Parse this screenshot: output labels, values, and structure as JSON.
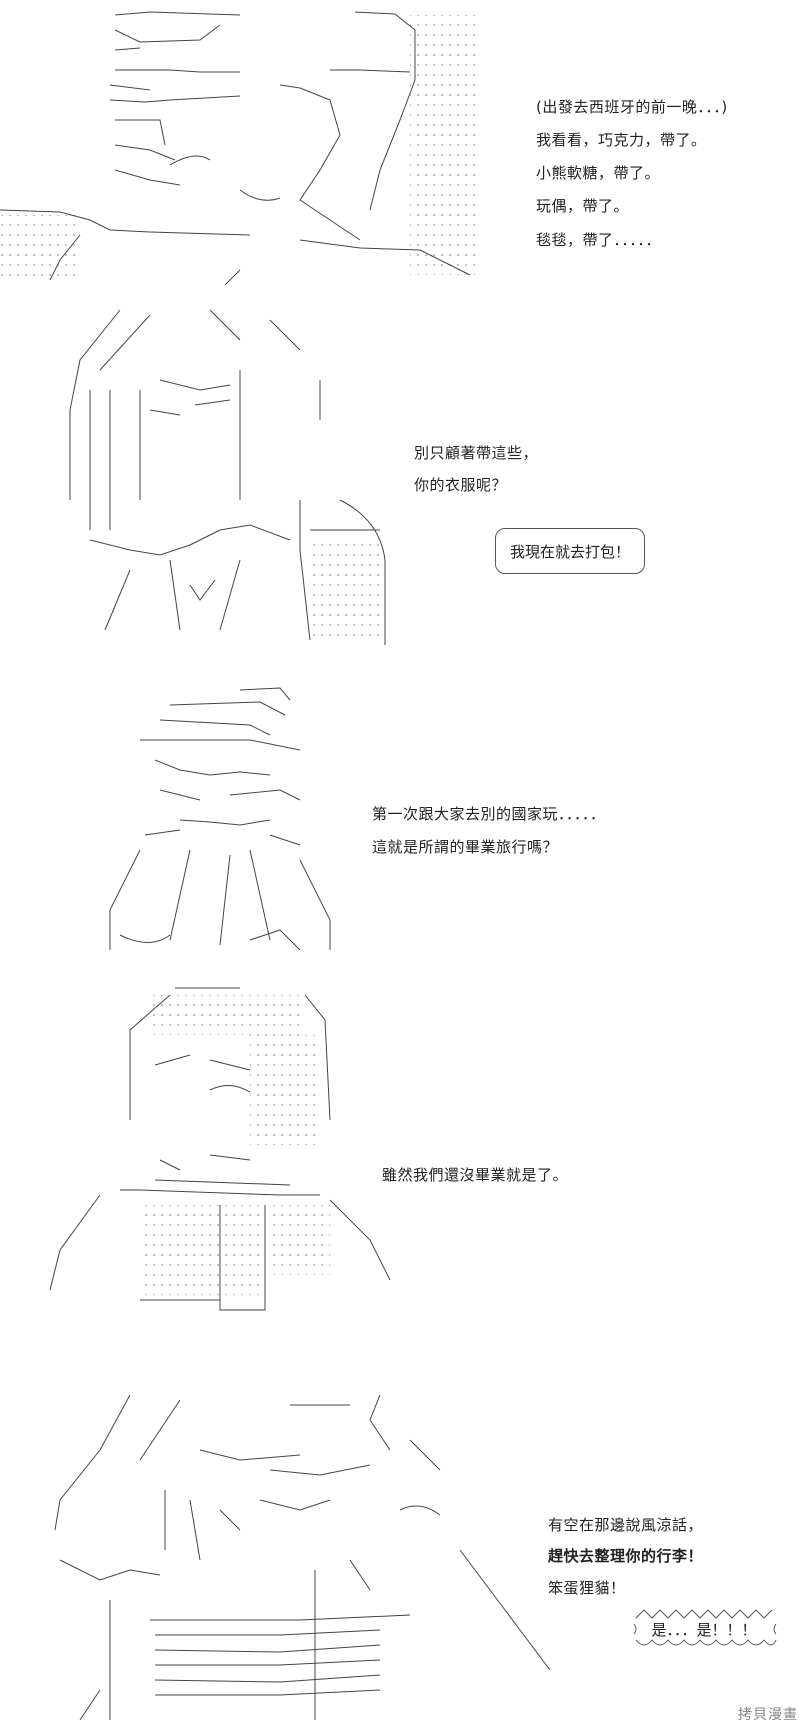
{
  "panels": [
    {
      "lines": [
        "(出發去西班牙的前一晚．．．)",
        "我看看，巧克力，帶了。",
        "小熊軟糖，帶了。",
        "玩偶，帶了。",
        "毯毯，帶了．．．．．"
      ]
    },
    {
      "lines": [
        "別只顧著帶這些，",
        "你的衣服呢？"
      ],
      "bubble": "我現在就去打包！"
    },
    {
      "lines": [
        "第一次跟大家去別的國家玩．．．．．",
        "這就是所謂的畢業旅行嗎？"
      ]
    },
    {
      "lines": [
        "雖然我們還沒畢業就是了。"
      ]
    },
    {
      "lines": [
        "有空在那邊說風涼話，",
        "趕快去整理你的行李！",
        "笨蛋狸貓！"
      ],
      "shout": "是．．．是！！！"
    }
  ],
  "watermark": "拷貝漫畫"
}
